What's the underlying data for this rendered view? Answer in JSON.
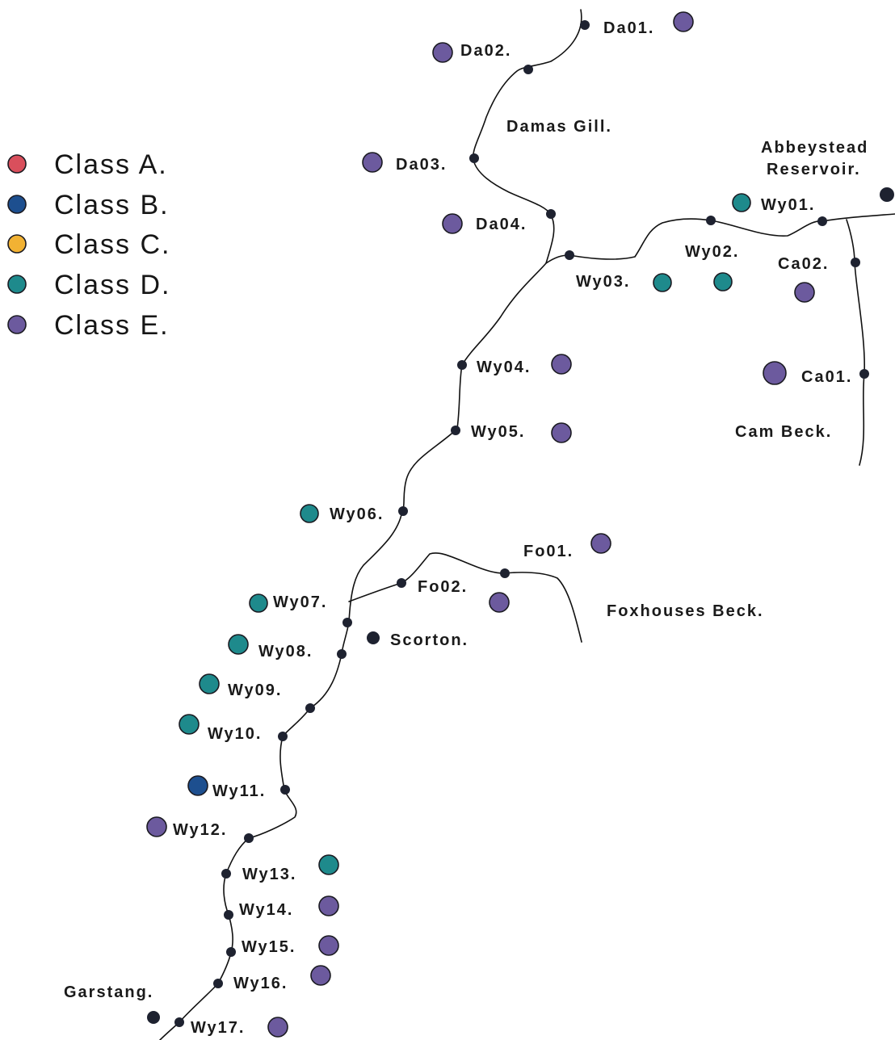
{
  "legend": {
    "items": [
      {
        "label": "Class A.",
        "class": "A",
        "color": "#d94f5c"
      },
      {
        "label": "Class B.",
        "class": "B",
        "color": "#1d4f8f"
      },
      {
        "label": "Class C.",
        "class": "C",
        "color": "#f2b233"
      },
      {
        "label": "Class D.",
        "class": "D",
        "color": "#1e8a8c"
      },
      {
        "label": "Class E.",
        "class": "E",
        "color": "#6c5a9e"
      }
    ]
  },
  "places": {
    "damas_gill": "Damas Gill.",
    "abbeystead_1": "Abbeystead",
    "abbeystead_2": "Reservoir.",
    "cam_beck": "Cam Beck.",
    "foxhouses_beck": "Foxhouses Beck.",
    "scorton": "Scorton.",
    "garstang": "Garstang."
  },
  "sites": [
    {
      "label": "Da01.",
      "class": "E"
    },
    {
      "label": "Da02.",
      "class": "E"
    },
    {
      "label": "Da03.",
      "class": "E"
    },
    {
      "label": "Da04.",
      "class": "E"
    },
    {
      "label": "Wy01.",
      "class": "D"
    },
    {
      "label": "Wy02.",
      "class": "D"
    },
    {
      "label": "Wy03.",
      "class": "D"
    },
    {
      "label": "Ca02.",
      "class": "E"
    },
    {
      "label": "Ca01.",
      "class": "E"
    },
    {
      "label": "Wy04.",
      "class": "E"
    },
    {
      "label": "Wy05.",
      "class": "E"
    },
    {
      "label": "Wy06.",
      "class": "D"
    },
    {
      "label": "Fo01.",
      "class": "E"
    },
    {
      "label": "Fo02.",
      "class": "E"
    },
    {
      "label": "Wy07.",
      "class": "D"
    },
    {
      "label": "Wy08.",
      "class": "D"
    },
    {
      "label": "Wy09.",
      "class": "D"
    },
    {
      "label": "Wy10.",
      "class": "D"
    },
    {
      "label": "Wy11.",
      "class": "B"
    },
    {
      "label": "Wy12.",
      "class": "E"
    },
    {
      "label": "Wy13.",
      "class": "D"
    },
    {
      "label": "Wy14.",
      "class": "E"
    },
    {
      "label": "Wy15.",
      "class": "E"
    },
    {
      "label": "Wy16.",
      "class": "E"
    },
    {
      "label": "Wy17.",
      "class": "E"
    }
  ]
}
